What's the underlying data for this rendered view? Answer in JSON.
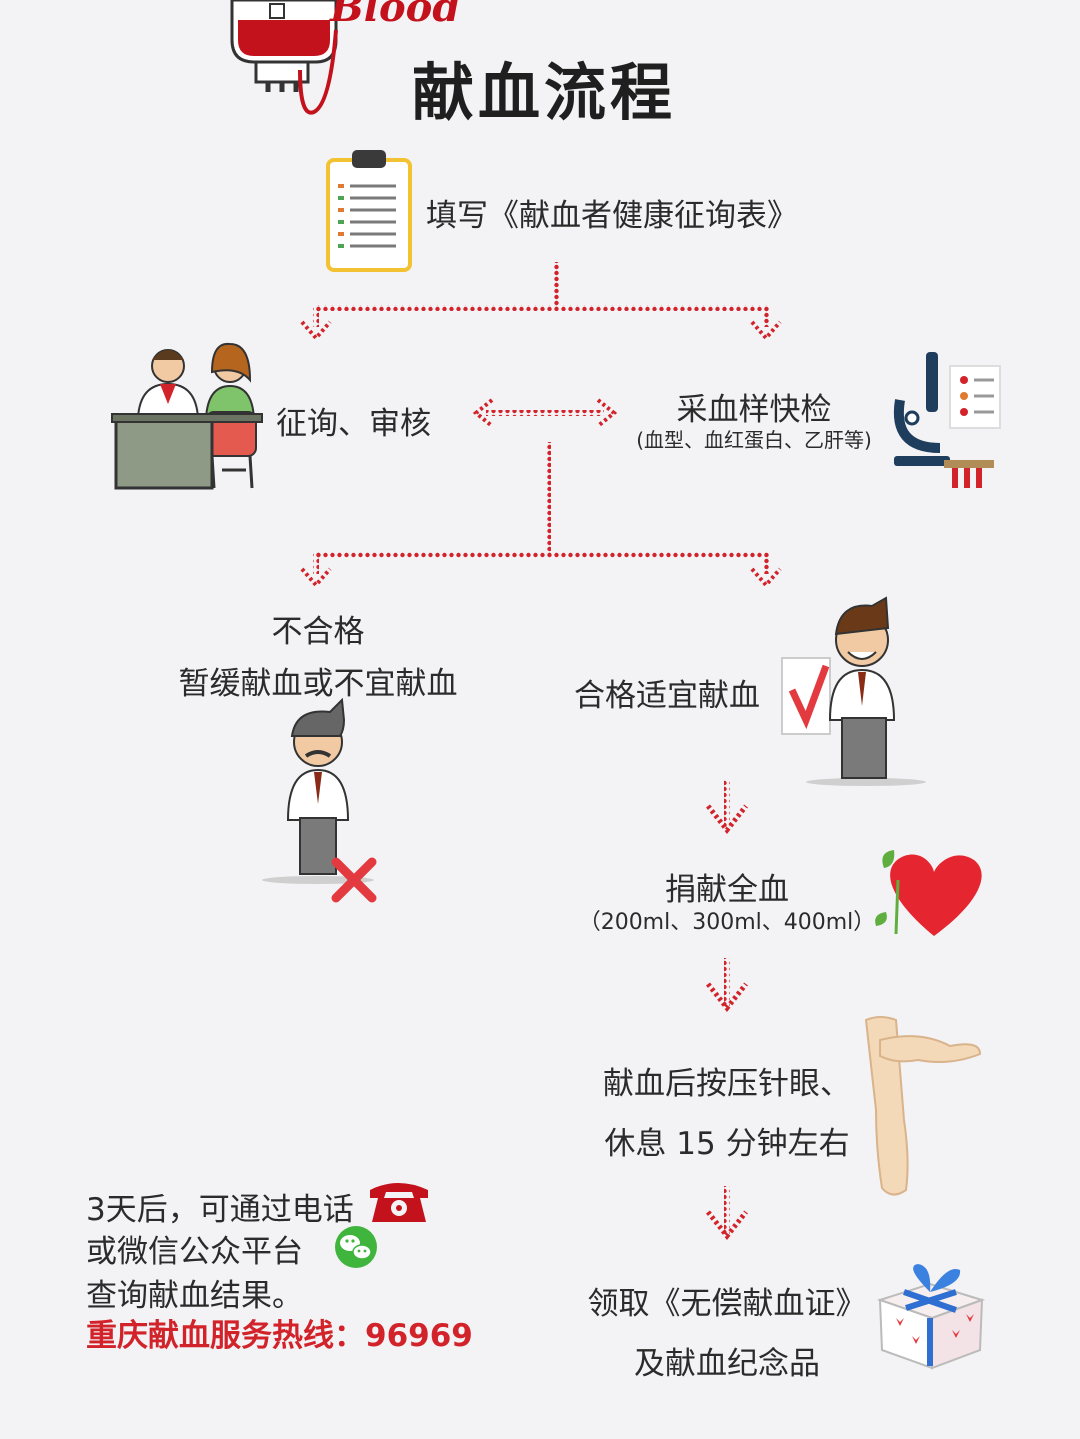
{
  "header": {
    "logo_word": "Blood",
    "title": "献血流程"
  },
  "steps": {
    "fill_form": "填写《献血者健康征询表》",
    "inquiry": "征询、审核",
    "quick_test": "采血样快检",
    "quick_test_detail": "(血型、血红蛋白、乙肝等)",
    "unqualified_1": "不合格",
    "unqualified_2": "暂缓献血或不宜献血",
    "qualified": "合格适宜献血",
    "donate": "捐献全血",
    "donate_detail": "（200ml、300ml、400ml）",
    "after_1": "献血后按压针眼、",
    "after_2": "休息 15 分钟左右",
    "receive_1": "领取《无偿献血证》",
    "receive_2": "及献血纪念品"
  },
  "notes": {
    "line1": "3天后，可通过电话",
    "line2": "或微信公众平台",
    "line3": "查询献血结果。",
    "hotline": "重庆献血服务热线：96969"
  },
  "colors": {
    "accent": "#d2232a",
    "background": "#f3f3f5",
    "text": "#2b2b2b"
  },
  "icons": [
    "blood-bag-icon",
    "clipboard-icon",
    "doctor-patient-icon",
    "microscope-icon",
    "unhappy-man-icon",
    "happy-man-icon",
    "cross-icon",
    "check-icon",
    "heart-icon",
    "arm-icon",
    "telephone-icon",
    "wechat-icon",
    "gift-box-icon"
  ]
}
